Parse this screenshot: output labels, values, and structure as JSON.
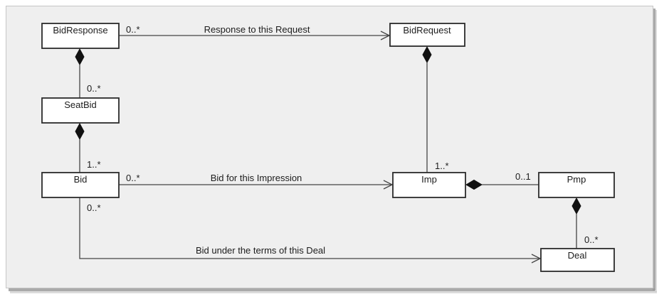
{
  "diagram": {
    "type": "uml-class-diagram",
    "colors": {
      "page_bg": "#ffffff",
      "panel_bg": "#efefef",
      "panel_border": "#c6c6c6",
      "panel_shadow": "#9b9b9b",
      "box_fill": "#ffffff",
      "box_border": "#2b2b2b",
      "line": "#454545",
      "text": "#1c1c1c",
      "diamond_fill": "#111111"
    },
    "nodes": [
      {
        "id": "bidresponse",
        "label": "BidResponse"
      },
      {
        "id": "bidrequest",
        "label": "BidRequest"
      },
      {
        "id": "seatbid",
        "label": "SeatBid"
      },
      {
        "id": "bid",
        "label": "Bid"
      },
      {
        "id": "imp",
        "label": "Imp"
      },
      {
        "id": "pmp",
        "label": "Pmp"
      },
      {
        "id": "deal",
        "label": "Deal"
      }
    ],
    "edges": [
      {
        "from": "BidResponse",
        "to": "BidRequest",
        "kind": "directed-association",
        "multiplicity": "0..*",
        "label": "Response to this Request"
      },
      {
        "from": "BidResponse",
        "to": "SeatBid",
        "kind": "composition",
        "multiplicity": "0..*"
      },
      {
        "from": "SeatBid",
        "to": "Bid",
        "kind": "composition",
        "multiplicity": "1..*"
      },
      {
        "from": "Bid",
        "to": "Imp",
        "kind": "directed-association",
        "multiplicity": "0..*",
        "label": "Bid for this Impression"
      },
      {
        "from": "BidRequest",
        "to": "Imp",
        "kind": "composition",
        "multiplicity": "1..*"
      },
      {
        "from": "Imp",
        "to": "Pmp",
        "kind": "composition",
        "multiplicity": "0..1"
      },
      {
        "from": "Pmp",
        "to": "Deal",
        "kind": "composition",
        "multiplicity": "0..*"
      },
      {
        "from": "Bid",
        "to": "Deal",
        "kind": "directed-association",
        "multiplicity": "0..*",
        "label": "Bid under the terms of this Deal"
      }
    ]
  }
}
